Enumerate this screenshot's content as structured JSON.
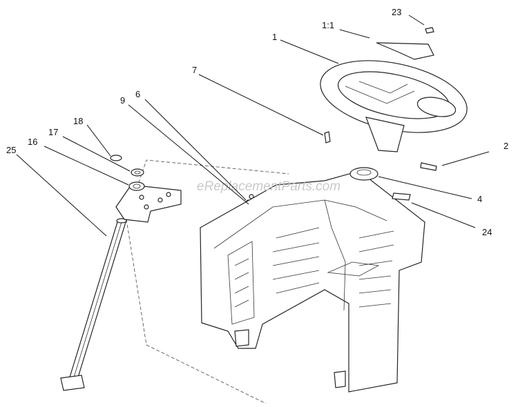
{
  "watermark": "eReplacementParts.com",
  "callouts": [
    {
      "id": "23",
      "text": "23"
    },
    {
      "id": "1-1",
      "text": "1:1"
    },
    {
      "id": "1",
      "text": "1"
    },
    {
      "id": "7",
      "text": "7"
    },
    {
      "id": "6",
      "text": "6"
    },
    {
      "id": "9",
      "text": "9"
    },
    {
      "id": "18",
      "text": "18"
    },
    {
      "id": "17",
      "text": "17"
    },
    {
      "id": "16",
      "text": "16"
    },
    {
      "id": "25",
      "text": "25"
    },
    {
      "id": "2",
      "text": "2"
    },
    {
      "id": "4",
      "text": "4"
    },
    {
      "id": "24",
      "text": "24"
    }
  ]
}
